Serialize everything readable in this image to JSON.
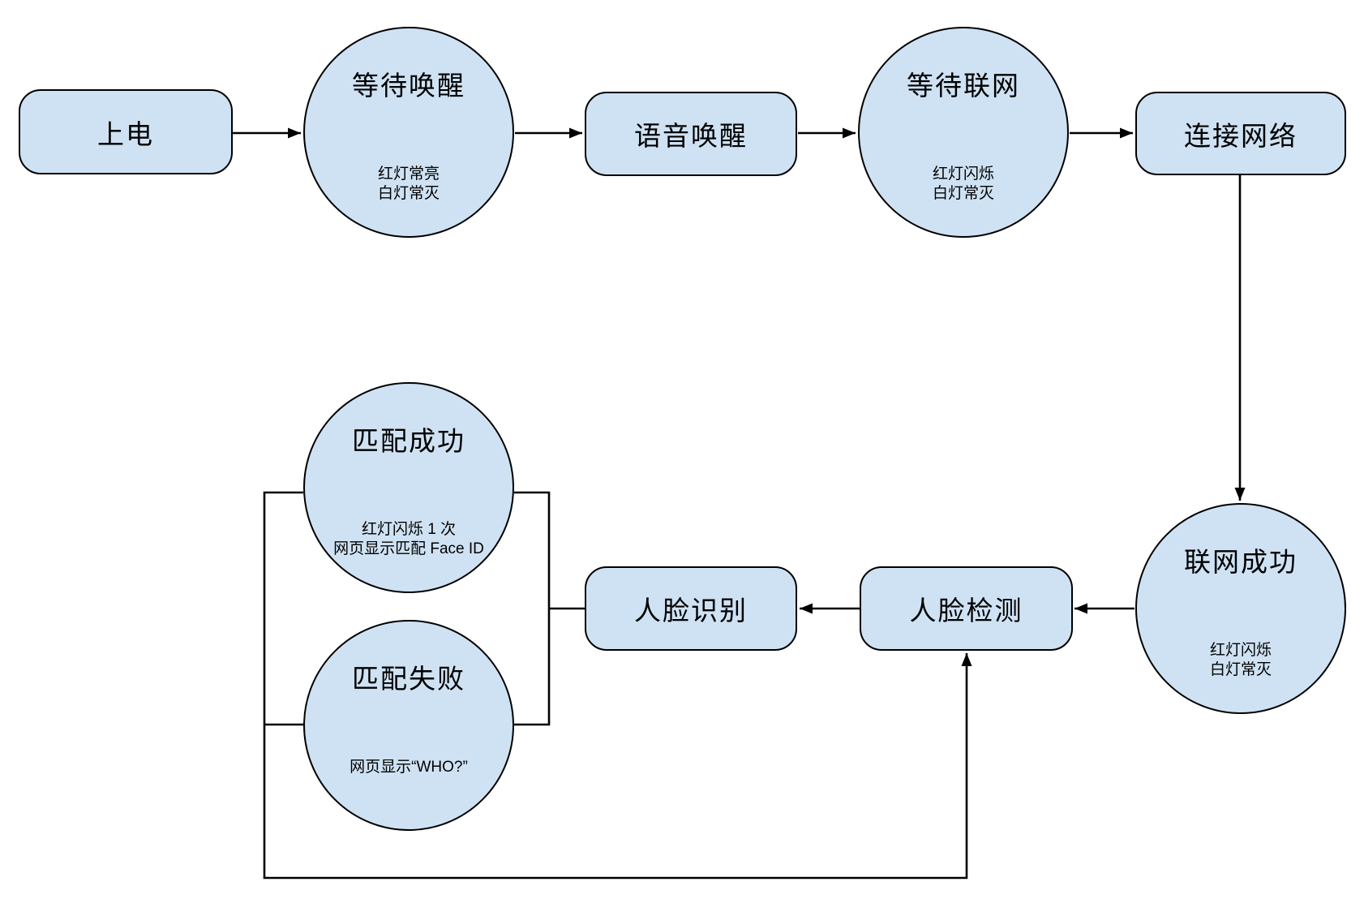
{
  "diagram": {
    "title": "device-boot-face-recognition-flowchart",
    "colors": {
      "node_fill": "#cfe2f3",
      "node_border": "#000000",
      "connector": "#000000",
      "background": "#ffffff"
    },
    "nodes": {
      "power_on": {
        "shape": "rect",
        "label": "上电"
      },
      "wait_wake": {
        "shape": "circle",
        "label": "等待唤醒",
        "status": "红灯常亮\n白灯常灭"
      },
      "voice_wake": {
        "shape": "rect",
        "label": "语音唤醒"
      },
      "wait_network": {
        "shape": "circle",
        "label": "等待联网",
        "status": "红灯闪烁\n白灯常灭"
      },
      "connect_network": {
        "shape": "rect",
        "label": "连接网络"
      },
      "network_success": {
        "shape": "circle",
        "label": "联网成功",
        "status": "红灯闪烁\n白灯常灭"
      },
      "face_detect": {
        "shape": "rect",
        "label": "人脸检测"
      },
      "face_recognize": {
        "shape": "rect",
        "label": "人脸识别"
      },
      "match_success": {
        "shape": "circle",
        "label": "匹配成功",
        "status": "红灯闪烁 1 次\n网页显示匹配 Face ID"
      },
      "match_fail": {
        "shape": "circle",
        "label": "匹配失败",
        "status": "网页显示“WHO?”"
      }
    },
    "edges": [
      {
        "from": "power_on",
        "to": "wait_wake",
        "arrow": true
      },
      {
        "from": "wait_wake",
        "to": "voice_wake",
        "arrow": true
      },
      {
        "from": "voice_wake",
        "to": "wait_network",
        "arrow": true
      },
      {
        "from": "wait_network",
        "to": "connect_network",
        "arrow": true
      },
      {
        "from": "connect_network",
        "to": "network_success",
        "arrow": true
      },
      {
        "from": "network_success",
        "to": "face_detect",
        "arrow": true
      },
      {
        "from": "face_detect",
        "to": "face_recognize",
        "arrow": true
      },
      {
        "from": "face_recognize",
        "to": "match_success",
        "arrow": false
      },
      {
        "from": "face_recognize",
        "to": "match_fail",
        "arrow": false
      },
      {
        "from": "match_success",
        "to": "face_detect",
        "arrow": true
      },
      {
        "from": "match_fail",
        "to": "face_detect",
        "arrow": true
      }
    ]
  }
}
